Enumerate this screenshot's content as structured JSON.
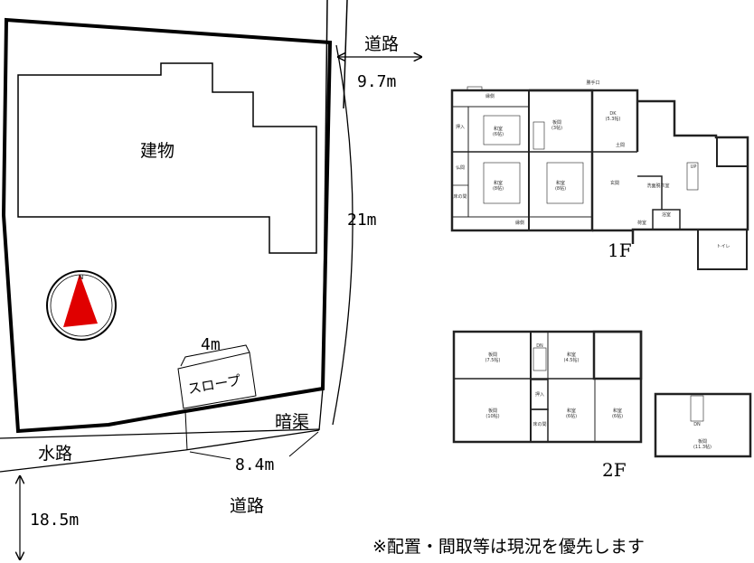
{
  "site_plan": {
    "road_top": "道路",
    "road_top_width": "9.7m",
    "building": "建物",
    "east_length": "21m",
    "slope_width": "4m",
    "slope": "スロープ",
    "culvert": "暗渠",
    "waterway": "水路",
    "south_length": "8.4m",
    "road_bottom": "道路",
    "road_bottom_width": "18.5m",
    "compass_label": "N"
  },
  "floor_1": {
    "label": "1F",
    "rooms": [
      "縁側",
      "押入",
      "和室\n(6帖)",
      "板間\n(3帖)",
      "DK\n(5.3帖)",
      "勝手口",
      "土間",
      "仏間",
      "床の間",
      "和室\n(8帖)",
      "和室\n(8帖)",
      "玄関",
      "縁側",
      "洗面脱衣室",
      "浴室",
      "荷室",
      "トイレ",
      "UP"
    ]
  },
  "floor_2": {
    "label": "2F",
    "rooms": [
      "板間\n(7.5帖)",
      "和室\n(4.5帖)",
      "板間\n(10帖)",
      "押入",
      "床の間",
      "和室\n(6帖)",
      "和室\n(6帖)",
      "板間\n(11.3帖)",
      "DN",
      "DN"
    ]
  },
  "note": "※配置・間取等は現況を優先します",
  "colors": {
    "compass": "#e00000",
    "line": "#000000"
  }
}
